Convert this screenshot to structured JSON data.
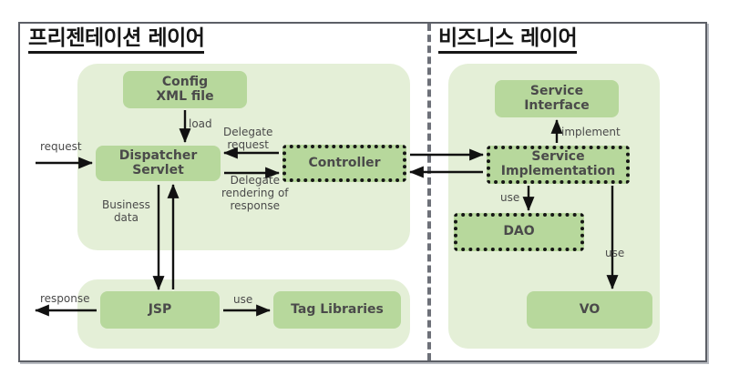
{
  "diagram": {
    "title_presentation": "프리젠테이션 레이어",
    "title_business": "비즈니스 레이어",
    "colors": {
      "panel_bg": "#e4efd7",
      "box_fill": "#b7d89c",
      "box_text": "#4a4a4a",
      "frame_border": "#5c5f66",
      "divider": "#6d7078",
      "arrow": "#111111"
    },
    "nodes": {
      "config_xml": "Config\nXML file",
      "dispatcher_servlet": "Dispatcher  Servlet",
      "controller": "Controller",
      "jsp": "JSP",
      "tag_libraries": "Tag Libraries",
      "service_interface": "Service\nInterface",
      "service_implementation": "Service\nImplementation",
      "dao": "DAO",
      "vo": "VO"
    },
    "edges": {
      "request": "request",
      "load": "load",
      "delegate_request": "Delegate\nrequest",
      "delegate_rendering": "Delegate\nrendering of\nresponse",
      "business_data": "Business\ndata",
      "response": "response",
      "use_jsp_taglib": "use",
      "implement": "implement",
      "use_dao": "use",
      "use_vo": "use"
    }
  }
}
